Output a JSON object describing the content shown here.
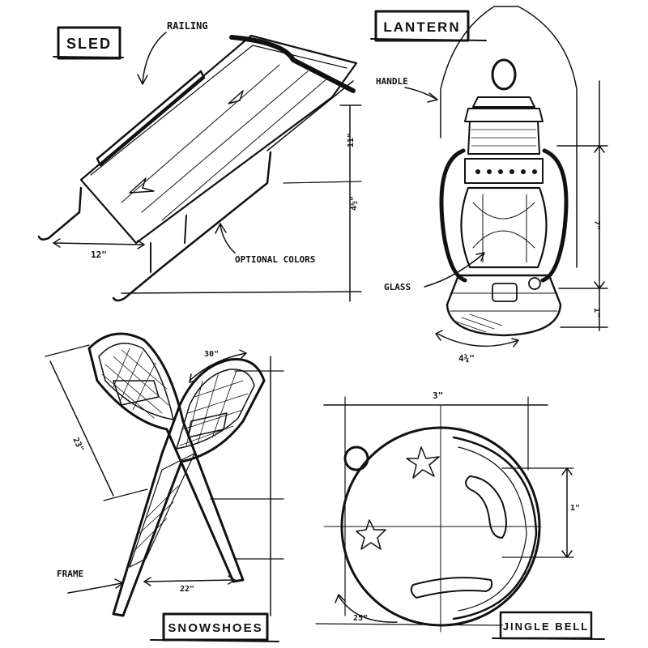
{
  "panels": {
    "sled": {
      "title": "SLED",
      "labels": {
        "railing": "RAILING",
        "optional_colors": "OPTIONAL COLORS"
      },
      "dimensions": {
        "width": "12\"",
        "height_upper": "11\"",
        "height_lower": "4½\""
      }
    },
    "lantern": {
      "title": "LANTERN",
      "labels": {
        "handle": "HANDLE",
        "glass": "GLASS"
      },
      "dimensions": {
        "height": "7\"",
        "base_height": "1\"",
        "width": "4¾\""
      }
    },
    "snowshoes": {
      "title": "SNOWSHOES",
      "labels": {
        "frame": "FRAME"
      },
      "dimensions": {
        "length": "23\"",
        "top_width": "30\"",
        "bottom_width": "22\""
      }
    },
    "jingle_bell": {
      "title": "JINGLE BELL",
      "dimensions": {
        "width": "3\"",
        "height": "1\"",
        "bottom": "25\""
      }
    }
  },
  "colors": {
    "ink": "#111111",
    "paper": "#ffffff"
  }
}
